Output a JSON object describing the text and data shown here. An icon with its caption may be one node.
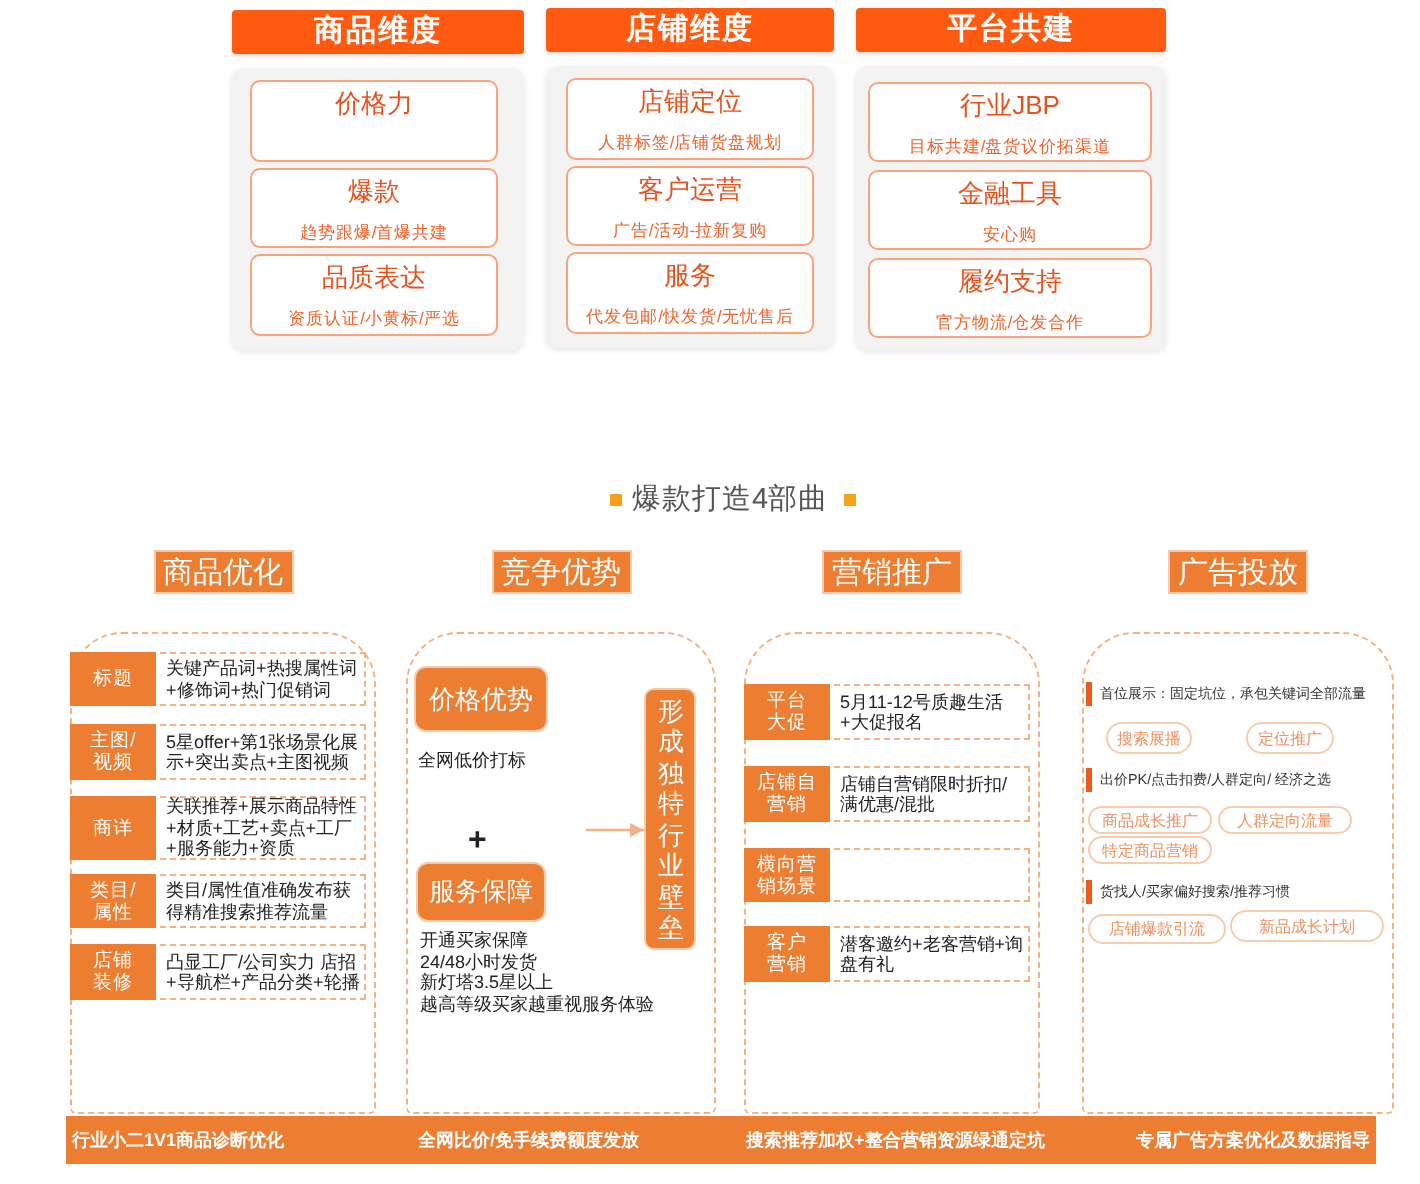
{
  "diagram": {
    "nodes": [
      {
        "text": [
          "商品维度"
        ]
      },
      {
        "text": [
          "价格力"
        ],
        "in": 0
      },
      {
        "text": [
          "爆款",
          "趋势跟爆/首爆共建"
        ],
        "in": 0
      },
      {
        "text": [
          "品质表达",
          "资质认证/小黄标/严选"
        ],
        "in": 0
      },
      {
        "text": [
          "店铺维度"
        ]
      },
      {
        "text": [
          "店铺定位",
          "人群标签/店铺货盘规划"
        ],
        "in": 4
      },
      {
        "text": [
          "客户运营",
          "广告/活动-拉新复购"
        ],
        "in": 4
      },
      {
        "text": [
          "服务",
          "代发包邮/快发货/无忧售后"
        ],
        "in": 4
      },
      {
        "text": [
          "平台共建"
        ]
      },
      {
        "text": [
          "行业JBP",
          "目标共建/盘货议价拓渠道"
        ],
        "in": 8
      },
      {
        "text": [
          "金融工具",
          "安心购"
        ],
        "in": 8
      },
      {
        "text": [
          "履约支持",
          "官方物流/仓发合作"
        ],
        "in": 8
      },
      {
        "text": [
          "商品优化"
        ]
      },
      {
        "text": [
          "标题",
          "关键产品词+热搜属性词+修饰词+热门促销词"
        ],
        "in": 12
      },
      {
        "text": [
          "主图/视频",
          "5星offer+第1张场景化展示+突出卖点+主图视频"
        ],
        "in": 12
      },
      {
        "text": [
          "商详",
          "关联推荐+展示商品特性+材质+工艺+卖点+工厂+服务能力+资质"
        ],
        "in": 12
      },
      {
        "text": [
          "类目/属性",
          "类目/属性值准确发布获得精准搜索推荐流量"
        ],
        "in": 12
      },
      {
        "text": [
          "店铺装修",
          "凸显工厂/公司实力 店招+导航栏+产品分类+轮播"
        ],
        "in": 12
      },
      {
        "text": [
          "竞争优势"
        ]
      },
      {
        "text": [
          "价格优势"
        ],
        "beside": [
          "全网低价打标"
        ],
        "in": 18
      },
      {
        "text": [
          "服务保障"
        ],
        "beside": [
          "开通买家保障",
          "24/48小时发货",
          "新灯塔3.5星以上",
          "越高等级买家越重视服务体验"
        ],
        "in": 18
      },
      {
        "text": [
          "形成独特行业壁垒"
        ],
        "in": 18
      },
      {
        "text": [
          "营销推广"
        ]
      },
      {
        "text": [
          "平台大促",
          "5月11-12号质趣生活+大促报名"
        ],
        "in": 22
      },
      {
        "text": [
          "店铺自营销",
          "店铺自营销限时折扣/满优惠/混批"
        ],
        "in": 22
      },
      {
        "text": [
          "横向营销场景"
        ],
        "in": 22
      },
      {
        "text": [
          "客户营销",
          "潜客邀约+老客营销+询盘有礼"
        ],
        "in": 22
      },
      {
        "text": [
          "广告投放"
        ]
      },
      {
        "text": [
          "搜索展播"
        ],
        "in": 27
      },
      {
        "text": [
          "定位推广"
        ],
        "in": 27
      },
      {
        "text": [
          "商品成长推广"
        ],
        "in": 27
      },
      {
        "text": [
          "人群定向流量"
        ],
        "in": 27
      },
      {
        "text": [
          "特定商品营销"
        ],
        "in": 27
      },
      {
        "text": [
          "店铺爆款引流"
        ],
        "in": 27
      },
      {
        "text": [
          "新品成长计划"
        ],
        "in": 27
      },
      {
        "text": [
          "行业小二1V1商品诊断优化"
        ]
      },
      {
        "text": [
          "全网比价/免手续费额度发放"
        ]
      },
      {
        "text": [
          "搜索推荐加权+整合营销资源绿通定坑"
        ]
      },
      {
        "text": [
          "专属广告方案优化及数据指导"
        ]
      }
    ],
    "edges": [
      {
        "from": null,
        "to": 21,
        "arrow": "to"
      }
    ],
    "labels": [
      "爆款打造4部曲",
      "+",
      "首位展示：固定坑位，承包关键词全部流量",
      "出价PK/点击扣费/人群定向/ 经济之选",
      "货找人/买家偏好搜索/推荐习惯"
    ]
  }
}
